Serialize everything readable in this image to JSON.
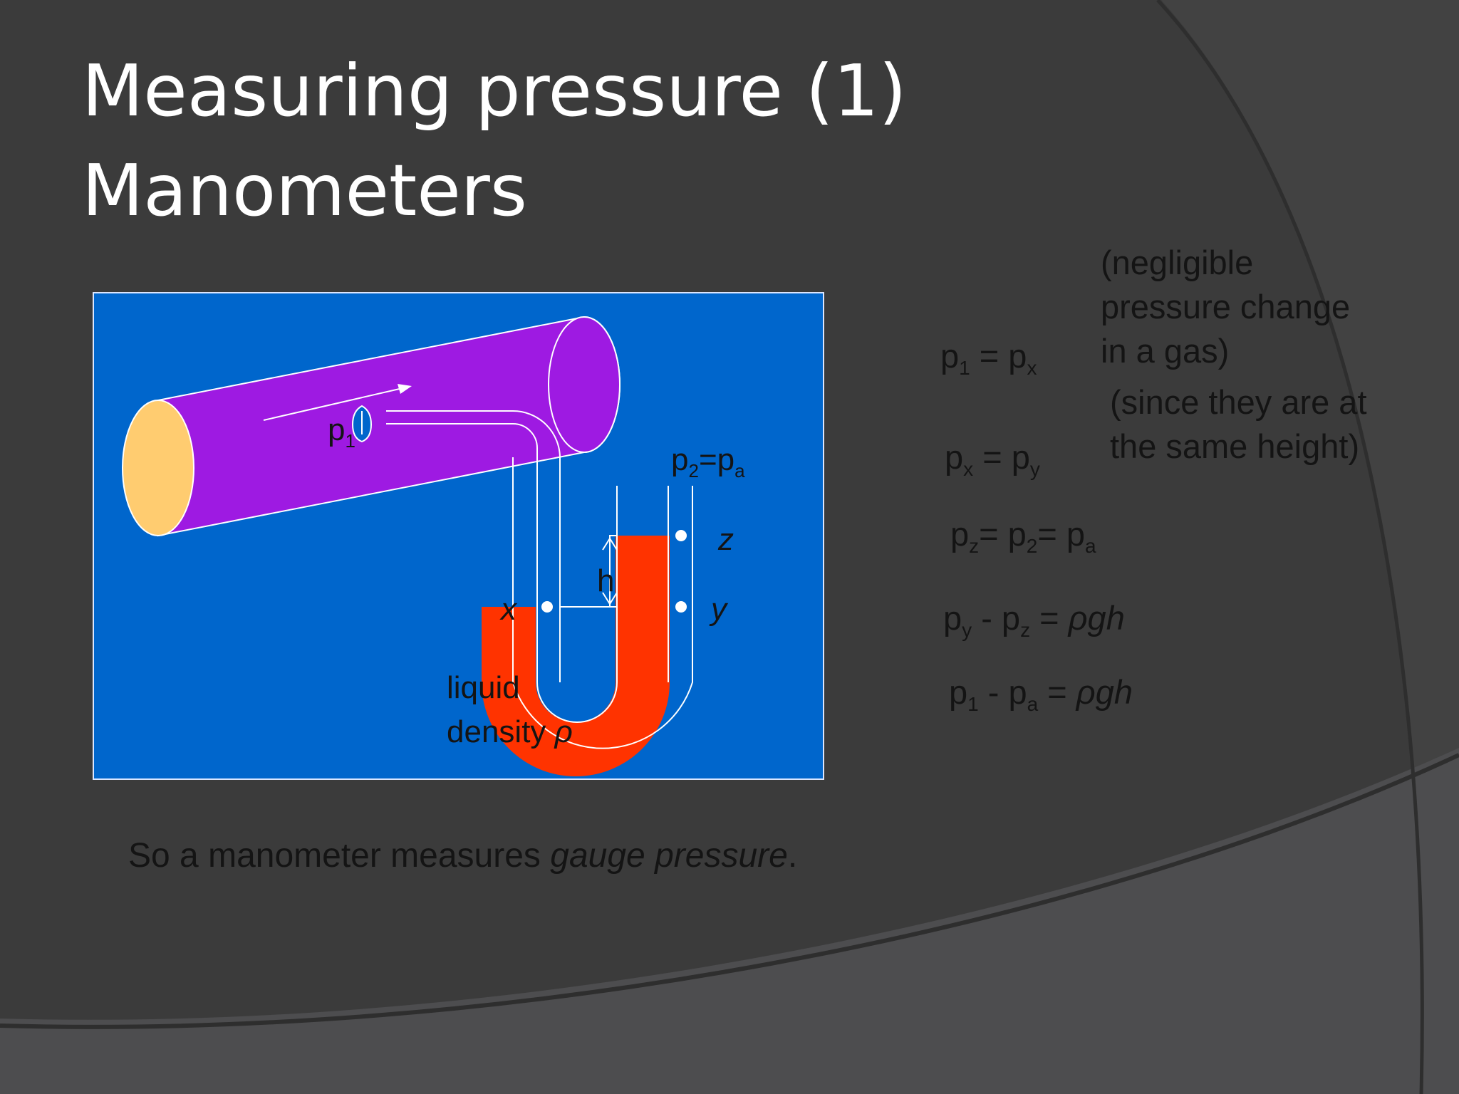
{
  "slide": {
    "title_line1": "Measuring pressure (1)",
    "title_line2": "Manometers"
  },
  "diagram": {
    "label_p": "p",
    "label_p1_sub": "1",
    "label_p2_sub": "2",
    "label_equals": "=",
    "label_pa_p": "p",
    "label_pa_sub": "a",
    "label_z": "z",
    "label_y": "y",
    "label_x": "x",
    "label_h": "h",
    "liquid_line1": "liquid",
    "liquid_line2": "density ",
    "liquid_rho": "ρ",
    "colors": {
      "panel": "#0066cc",
      "pipe": "#9e1ae2",
      "pipe_end": "#ffcc70",
      "liquid": "#ff3300"
    }
  },
  "notes": {
    "gas": "(negligible\npressure change\nin a gas)",
    "height": "(since they are at\nthe same height)"
  },
  "equations": {
    "eq1": {
      "a": "p",
      "a_sub": "1",
      "mid": " = ",
      "b": "p",
      "b_sub": "x"
    },
    "eq2": {
      "a": "p",
      "a_sub": "x",
      "mid": " = ",
      "b": "p",
      "b_sub": "y"
    },
    "eq3": {
      "a": "p",
      "a_sub": "z",
      "mid": "= ",
      "b": "p",
      "b_sub": "2",
      "mid2": "= ",
      "c": "p",
      "c_sub": "a"
    },
    "eq4": {
      "a": "p",
      "a_sub": "y",
      "mid": " - ",
      "b": "p",
      "b_sub": "z",
      "mid2": " = ",
      "rhs": "ρgh"
    },
    "eq5": {
      "a": "p",
      "a_sub": "1",
      "mid": " - ",
      "b": "p",
      "b_sub": "a",
      "mid2": " = ",
      "rhs": "ρgh"
    }
  },
  "caption": {
    "text": "So a manometer measures ",
    "italic": "gauge pressure",
    "end": "."
  }
}
